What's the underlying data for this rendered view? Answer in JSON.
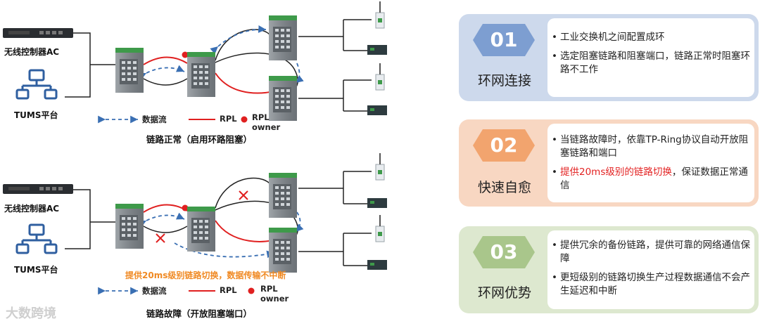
{
  "top": {
    "ac_label": "无线控制器AC",
    "tums_label": "TUMS平台",
    "legend": {
      "flow": "数据流",
      "rpl": "RPL",
      "owner_line1": "RPL",
      "owner_line2": "owner"
    },
    "caption": "链路正常（启用环路阻塞）"
  },
  "bottom": {
    "ac_label": "无线控制器AC",
    "tums_label": "TUMS平台",
    "note": "提供20ms级别链路切换，数据传输不中断",
    "legend": {
      "flow": "数据流",
      "rpl": "RPL",
      "owner_line1": "RPL",
      "owner_line2": "owner"
    },
    "caption": "链路故障（开放阻塞端口）"
  },
  "cards": [
    {
      "num": "01",
      "title": "环网连接",
      "bullets": [
        {
          "text": "工业交换机之间配置成环"
        },
        {
          "text": "选定阻塞链路和阻塞端口，链路正常时阻塞环路不工作"
        }
      ]
    },
    {
      "num": "02",
      "title": "快速自愈",
      "bullets": [
        {
          "text": "当链路故障时，依靠TP-Ring协议自动开放阻塞链路和端口"
        },
        {
          "text": "提供20ms级别的链路切换",
          "rest": "，保证数据正常通信"
        }
      ]
    },
    {
      "num": "03",
      "title": "环网优势",
      "bullets": [
        {
          "text": "提供冗余的备份链路，提供可靠的网络通信保障"
        },
        {
          "text": "更短级别的链路切换生产过程数据通信不会产生延迟和中断"
        }
      ]
    }
  ],
  "watermark": "大数跨境",
  "colors": {
    "card1_bg": "#cdd9ec",
    "card1_hex": "#7d9ed1",
    "card2_bg": "#f8d7c2",
    "card2_hex": "#f2a46e",
    "card3_bg": "#dde8cf",
    "card3_hex": "#a9c68b",
    "rpl": "#e02020",
    "flow": "#3a6fb3",
    "note": "#f08a24"
  },
  "icons": [
    "controller-icon",
    "server-icon",
    "switch-icon",
    "access-point-icon",
    "terminal-icon",
    "break-icon",
    "rpl-owner-dot-icon"
  ]
}
